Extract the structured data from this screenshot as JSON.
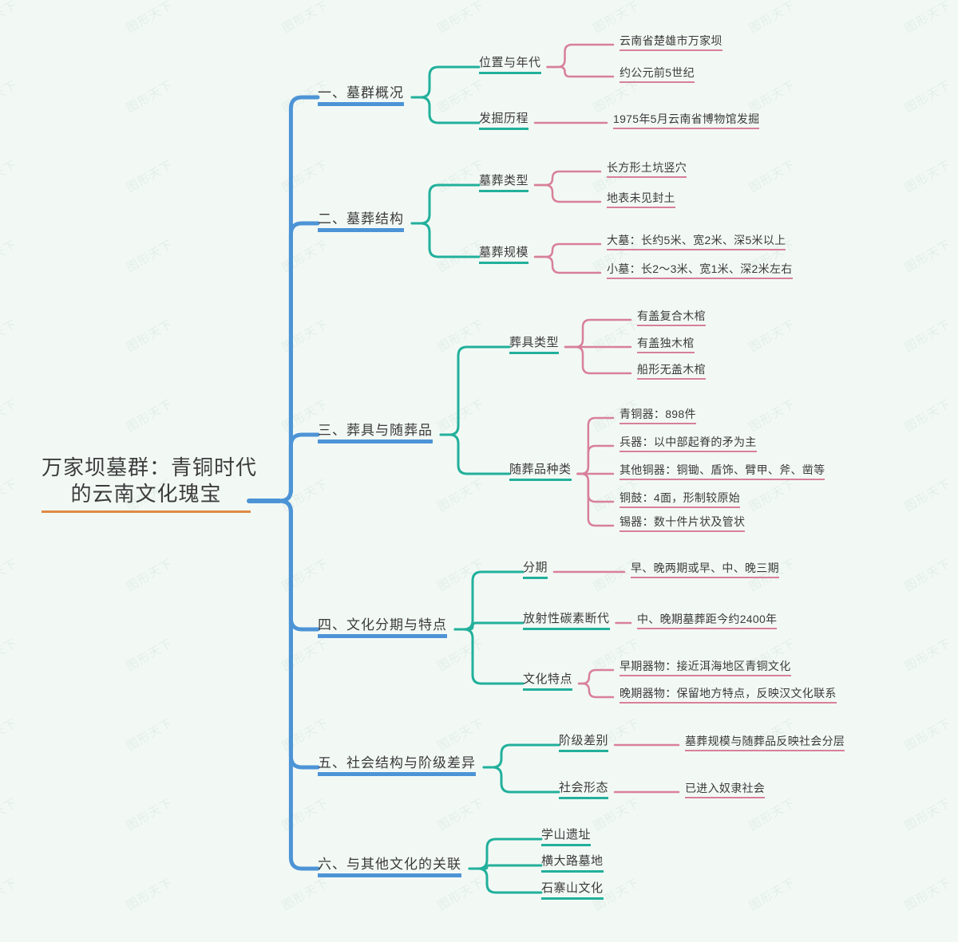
{
  "meta": {
    "watermark": "图形天下",
    "background": "#f2f9f5",
    "colors": {
      "root_accent": "#e08a45",
      "level1": "#4d94d6",
      "level2": "#22b09b",
      "level3": "#d88099",
      "text": "#3a3a3a"
    }
  },
  "mindmap": {
    "root": {
      "line1": "万家坝墓群：青铜时代",
      "line2": "的云南文化瑰宝"
    },
    "branches": [
      {
        "label": "一、墓群概况",
        "children": [
          {
            "label": "位置与年代",
            "children": [
              {
                "label": "云南省楚雄市万家坝"
              },
              {
                "label": "约公元前5世纪"
              }
            ]
          },
          {
            "label": "发掘历程",
            "children": [
              {
                "label": "1975年5月云南省博物馆发掘"
              }
            ]
          }
        ]
      },
      {
        "label": "二、墓葬结构",
        "children": [
          {
            "label": "墓葬类型",
            "children": [
              {
                "label": "长方形土坑竖穴"
              },
              {
                "label": "地表未见封土"
              }
            ]
          },
          {
            "label": "墓葬规模",
            "children": [
              {
                "label": "大墓：长约5米、宽2米、深5米以上"
              },
              {
                "label": "小墓：长2～3米、宽1米、深2米左右"
              }
            ]
          }
        ]
      },
      {
        "label": "三、葬具与随葬品",
        "children": [
          {
            "label": "葬具类型",
            "children": [
              {
                "label": "有盖复合木棺"
              },
              {
                "label": "有盖独木棺"
              },
              {
                "label": "船形无盖木棺"
              }
            ]
          },
          {
            "label": "随葬品种类",
            "children": [
              {
                "label": "青铜器：898件"
              },
              {
                "label": "兵器：以中部起脊的矛为主"
              },
              {
                "label": "其他铜器：铜锄、盾饰、臂甲、斧、凿等"
              },
              {
                "label": "铜鼓：4面，形制较原始"
              },
              {
                "label": "锡器：数十件片状及管状"
              }
            ]
          }
        ]
      },
      {
        "label": "四、文化分期与特点",
        "children": [
          {
            "label": "分期",
            "children": [
              {
                "label": "早、晚两期或早、中、晚三期"
              }
            ]
          },
          {
            "label": "放射性碳素断代",
            "children": [
              {
                "label": "中、晚期墓葬距今约2400年"
              }
            ]
          },
          {
            "label": "文化特点",
            "children": [
              {
                "label": "早期器物：接近洱海地区青铜文化"
              },
              {
                "label": "晚期器物：保留地方特点，反映汉文化联系"
              }
            ]
          }
        ]
      },
      {
        "label": "五、社会结构与阶级差异",
        "children": [
          {
            "label": "阶级差别",
            "children": [
              {
                "label": "墓葬规模与随葬品反映社会分层"
              }
            ]
          },
          {
            "label": "社会形态",
            "children": [
              {
                "label": "已进入奴隶社会"
              }
            ]
          }
        ]
      },
      {
        "label": "六、与其他文化的关联",
        "children": [
          {
            "label": "学山遗址",
            "children": []
          },
          {
            "label": "横大路墓地",
            "children": []
          },
          {
            "label": "石寨山文化",
            "children": []
          }
        ]
      }
    ]
  }
}
